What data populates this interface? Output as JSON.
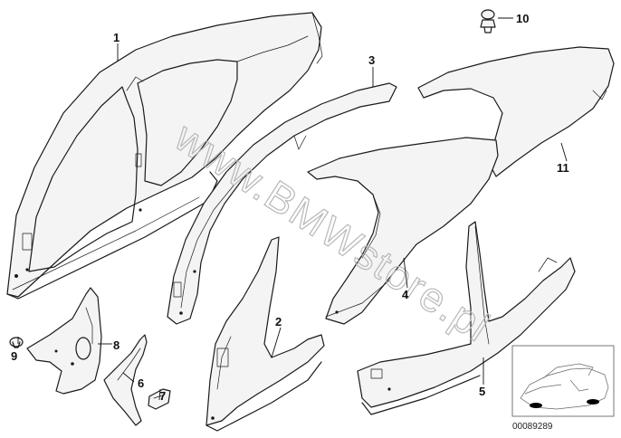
{
  "diagram": {
    "watermark": "www.BMWstore.pl",
    "reference_code": "00089289",
    "callouts": [
      {
        "id": "callout-1",
        "number": "1"
      },
      {
        "id": "callout-2",
        "number": "2"
      },
      {
        "id": "callout-3",
        "number": "3"
      },
      {
        "id": "callout-4",
        "number": "4"
      },
      {
        "id": "callout-5",
        "number": "5"
      },
      {
        "id": "callout-6",
        "number": "6"
      },
      {
        "id": "callout-7",
        "number": "7"
      },
      {
        "id": "callout-8",
        "number": "8"
      },
      {
        "id": "callout-9",
        "number": "9"
      },
      {
        "id": "callout-10",
        "number": "10"
      },
      {
        "id": "callout-11",
        "number": "11"
      }
    ]
  }
}
